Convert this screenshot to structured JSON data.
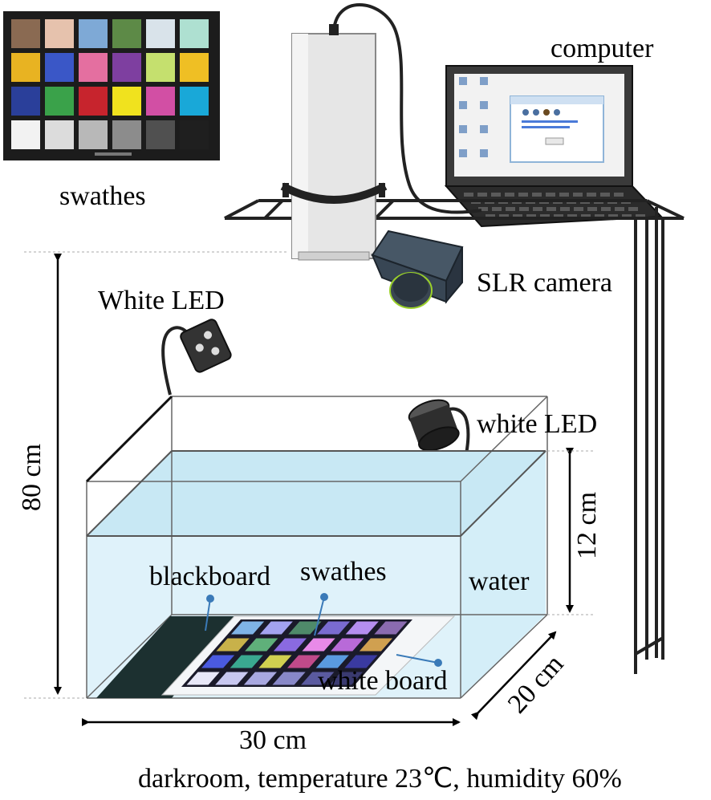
{
  "labels": {
    "swathes_top": "swathes",
    "computer": "computer",
    "slr_camera": "SLR camera",
    "white_led_left": "White LED",
    "white_led_right": "white LED",
    "height_80": "80 cm",
    "depth_12": "12 cm",
    "width_30": "30 cm",
    "depth_20": "20 cm",
    "blackboard": "blackboard",
    "swathes_tank": "swathes",
    "water": "water",
    "white_board": "white board",
    "conditions": "darkroom,   temperature 23℃,   humidity 60%"
  },
  "color_checker": {
    "rows": [
      [
        "#8a6a52",
        "#e6c2ad",
        "#7ea9d6",
        "#5d8a47",
        "#d9e3ea",
        "#aee0d1"
      ],
      [
        "#e8b322",
        "#3a57c7",
        "#e46fa0",
        "#7e3fa0",
        "#c5e06e",
        "#efbf24"
      ],
      [
        "#2a3f9a",
        "#3aa24a",
        "#c7242d",
        "#f0e21e",
        "#d24fa4",
        "#19a8d8"
      ],
      [
        "#f2f2f2",
        "#dcdcdc",
        "#b8b8b8",
        "#8c8c8c",
        "#505050",
        "#1f1f1f"
      ]
    ]
  },
  "tank_swatches": {
    "rows": [
      [
        "#7fb3e6",
        "#a3a3f0",
        "#4f8a6a",
        "#7a6bd0",
        "#b58ef0",
        "#8a6bb0"
      ],
      [
        "#c8b14a",
        "#5fb07a",
        "#8a6ae0",
        "#e88ae8",
        "#b86ad8",
        "#d0a050"
      ],
      [
        "#4a5ae0",
        "#3aa890",
        "#d0d050",
        "#c04a8a",
        "#5a9ae0",
        "#3a3aa0"
      ],
      [
        "#e8e8f8",
        "#c8c8f0",
        "#a8a8e0",
        "#8888c8",
        "#5a5aa0",
        "#3a3a70"
      ]
    ]
  }
}
